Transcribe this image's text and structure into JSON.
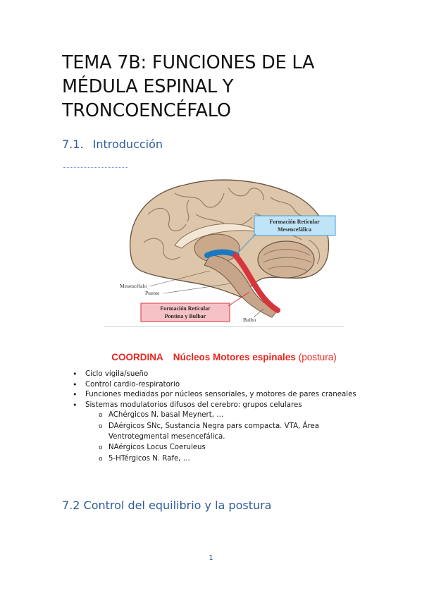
{
  "title_lines": [
    "TEMA 7B: FUNCIONES DE LA",
    "MÉDULA ESPINAL Y",
    "TRONCOENCÉFALO"
  ],
  "section1": {
    "number": "7.1.",
    "title": "Introducción"
  },
  "figure": {
    "label_mesencefalica_line1": "Formación Reticular",
    "label_mesencefalica_line2": "Mesencefálica",
    "label_pontina_line1": "Formación Reticular",
    "label_pontina_line2": "Pontina y Bulbar",
    "label_mesencefalo": "Mesencéfalo",
    "label_puente": "Puente",
    "label_bulbo": "Bulbo",
    "colors": {
      "box_blue": "#bfe3f7",
      "box_pink": "#f7c2c6",
      "blue_band": "#1a78c2",
      "red_band": "#d8343c"
    }
  },
  "coordina": {
    "word1": "COORDINA",
    "word2": "Núcleos Motores espinales",
    "word3": "(postura)",
    "color": "#e8251f"
  },
  "bullets": [
    "Ciclo vigila/sueño",
    "Control cardio-respiratorio",
    "Funciones mediadas por núcleos sensoriales, y motores de pares craneales",
    "Sistemas modulatorios difusos del cerebro: grupos celulares"
  ],
  "sub_bullets": [
    "AChérgicos N. basal Meynert, …",
    "DAérgicos SNc, Sustancia Negra pars compacta. VTA, Área Ventrotegmental mesencefálica.",
    "NAérgicos Locus Coeruleus",
    "5-HTérgicos N. Rafe, …"
  ],
  "section2": {
    "title": "7.2 Control del equilibrio y la postura"
  },
  "page_number": "1"
}
